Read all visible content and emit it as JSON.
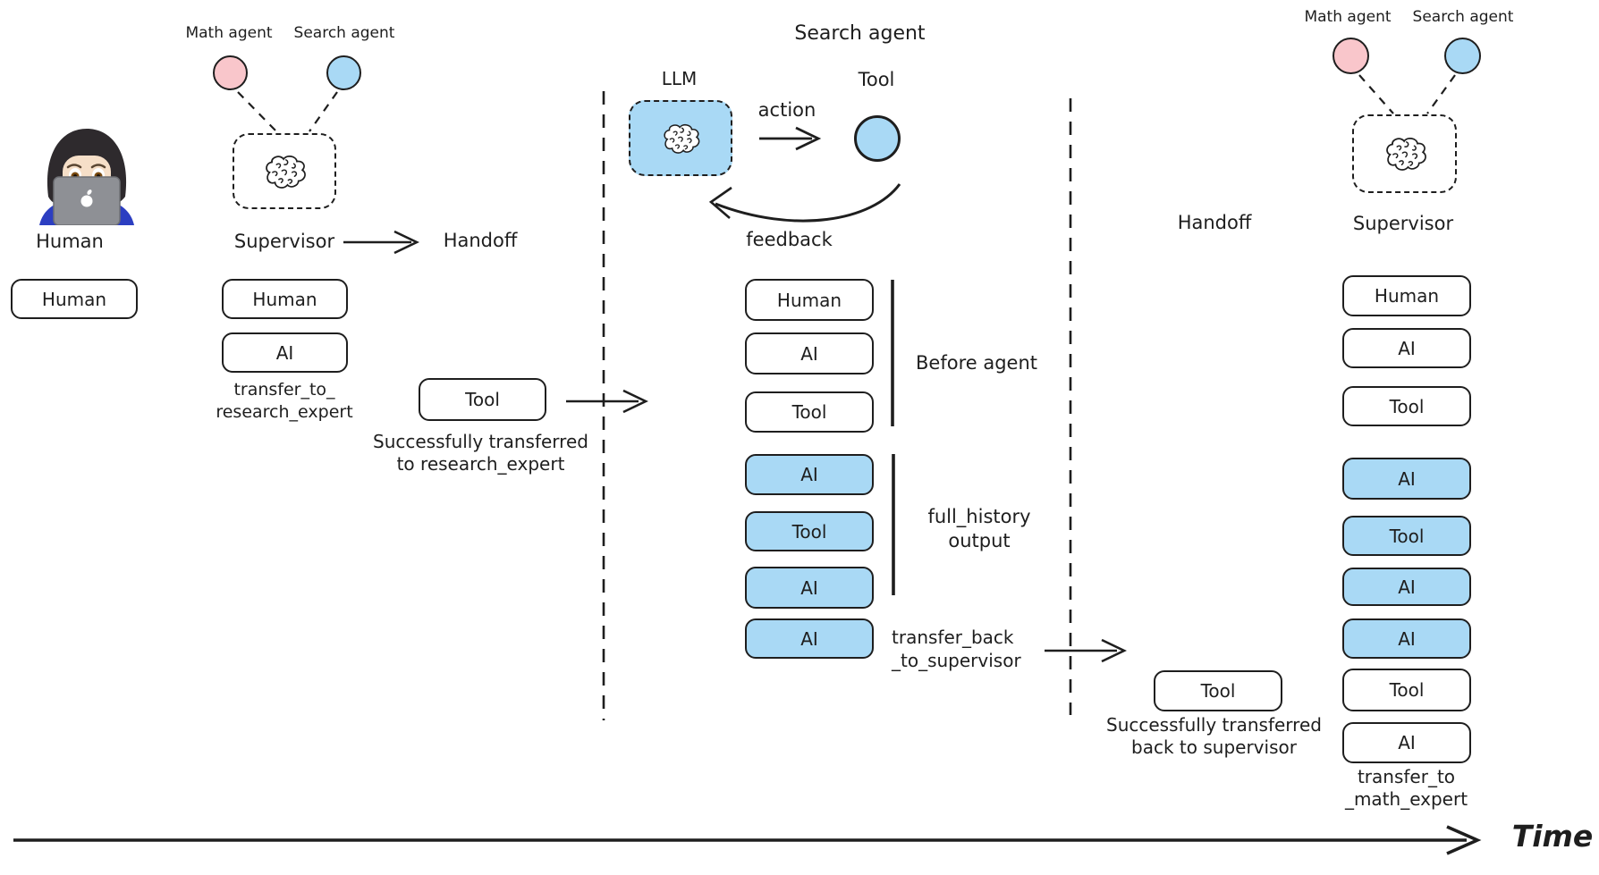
{
  "colors": {
    "accent_blue": "#a9d9f5",
    "accent_pink": "#f9c6cb",
    "ink": "#1e1e1e",
    "background": "#ffffff"
  },
  "icons": {
    "human_avatar": "woman-technologist-emoji",
    "supervisor_brain": "brain-icon",
    "llm_brain": "brain-icon",
    "math_agent_node": "pink-circle",
    "search_agent_node": "blue-circle",
    "tool_node": "blue-circle"
  },
  "human_section": {
    "label": "Human",
    "message": "Human"
  },
  "supervisor_left": {
    "math_agent_label": "Math agent",
    "search_agent_label": "Search agent",
    "title": "Supervisor",
    "handoff_label": "Handoff",
    "messages": [
      {
        "label": "Human",
        "variant": "white"
      },
      {
        "label": "AI",
        "variant": "white"
      }
    ],
    "tool_call_caption_line1": "transfer_to_",
    "tool_call_caption_line2": "research_expert",
    "handoff_tool_message": "Tool",
    "handoff_caption_line1": "Successfully transferred",
    "handoff_caption_line2": "to research_expert"
  },
  "search_agent_section": {
    "title": "Search agent",
    "llm_label": "LLM",
    "action_label": "action",
    "tool_label": "Tool",
    "feedback_label": "feedback",
    "messages": [
      {
        "label": "Human",
        "variant": "white"
      },
      {
        "label": "AI",
        "variant": "white"
      },
      {
        "label": "Tool",
        "variant": "white"
      },
      {
        "label": "AI",
        "variant": "blue"
      },
      {
        "label": "Tool",
        "variant": "blue"
      },
      {
        "label": "AI",
        "variant": "blue"
      },
      {
        "label": "AI",
        "variant": "blue"
      }
    ],
    "before_agent_label": "Before agent",
    "full_history_caption_line1": "full_history",
    "full_history_caption_line2": "output",
    "transfer_back_caption_line1": "transfer_back",
    "transfer_back_caption_line2": "_to_supervisor"
  },
  "handoff_right": {
    "handoff_label": "Handoff",
    "tool_message": "Tool",
    "caption_line1": "Successfully transferred",
    "caption_line2": "back to supervisor"
  },
  "supervisor_right": {
    "math_agent_label": "Math agent",
    "search_agent_label": "Search agent",
    "title": "Supervisor",
    "messages": [
      {
        "label": "Human",
        "variant": "white"
      },
      {
        "label": "AI",
        "variant": "white"
      },
      {
        "label": "Tool",
        "variant": "white"
      },
      {
        "label": "AI",
        "variant": "blue"
      },
      {
        "label": "Tool",
        "variant": "blue"
      },
      {
        "label": "AI",
        "variant": "blue"
      },
      {
        "label": "AI",
        "variant": "blue"
      },
      {
        "label": "Tool",
        "variant": "white"
      },
      {
        "label": "AI",
        "variant": "white"
      }
    ],
    "transfer_caption_line1": "transfer_to",
    "transfer_caption_line2": "_math_expert"
  },
  "timeline": {
    "label": "Time"
  }
}
